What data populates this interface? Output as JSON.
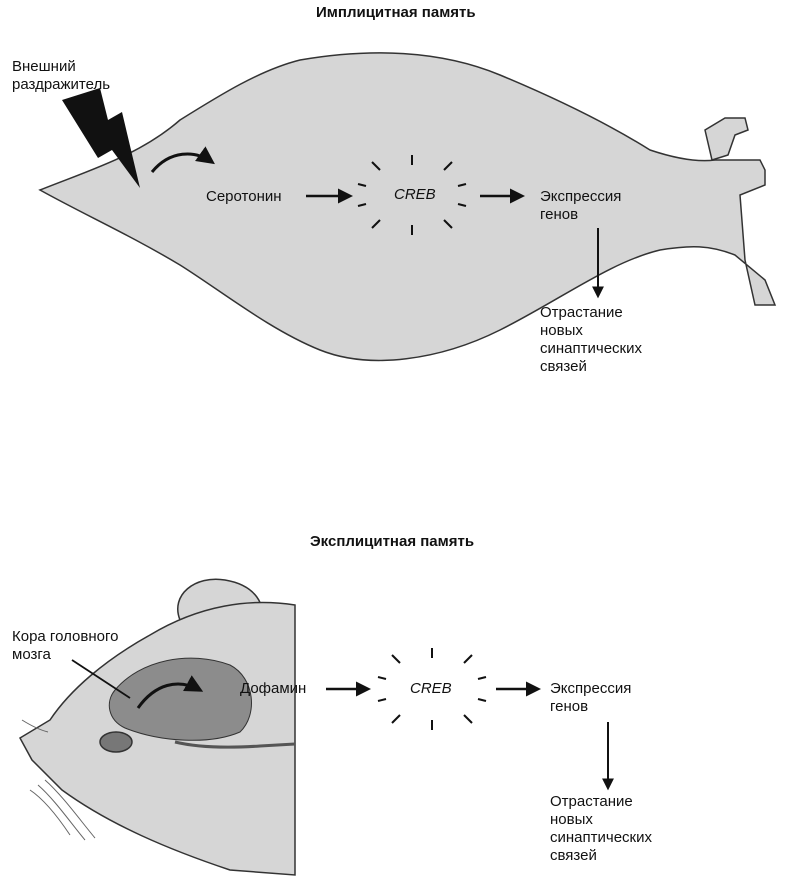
{
  "implicit": {
    "title": "Имплицитная память",
    "stimulus_label": "Внешний\nраздражитель",
    "serotonin_label": "Серотонин",
    "creb_label": "CREB",
    "gene_expression_label": "Экспрессия\nгенов",
    "growth_label": "Отрастание\nновых\nсинаптических\nсвязей"
  },
  "explicit": {
    "title": "Эксплицитная память",
    "cortex_label": "Кора головного\nмозга",
    "dopamine_label": "Дофамин",
    "creb_label": "CREB",
    "gene_expression_label": "Экспрессия\nгенов",
    "growth_label": "Отрастание\nновых\nсинаптических\nсвязей"
  }
}
